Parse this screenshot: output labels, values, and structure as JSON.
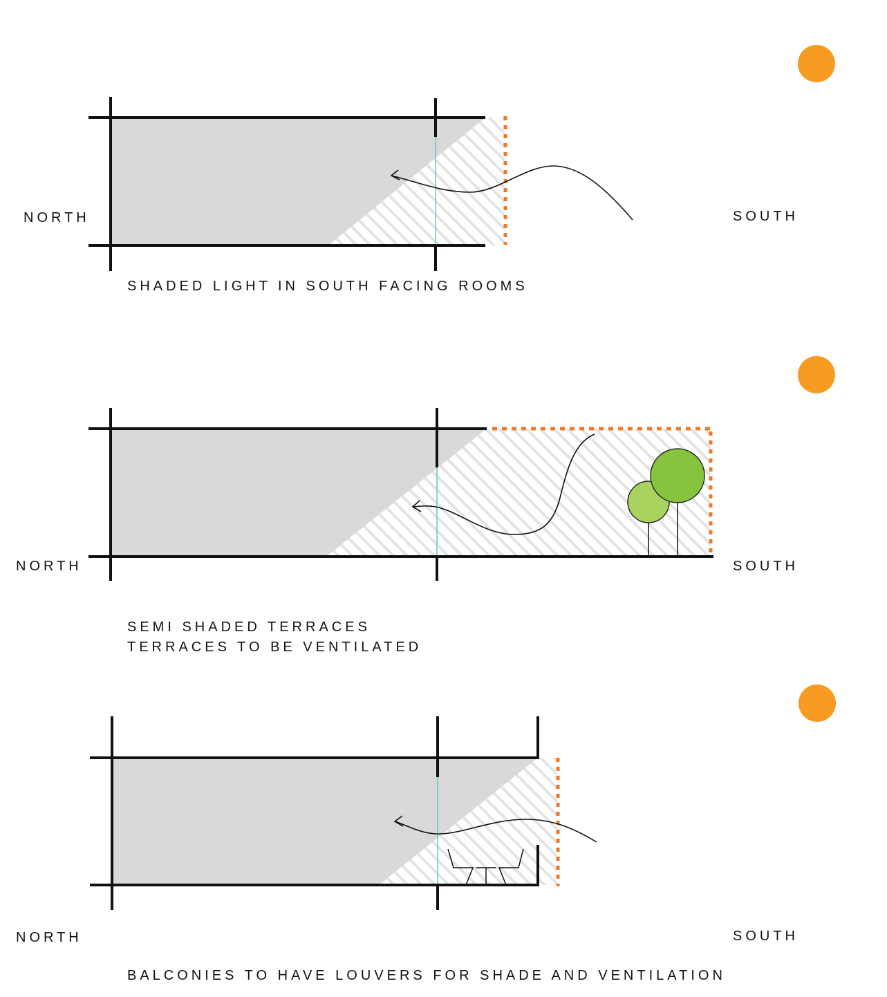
{
  "colors": {
    "sun": "#f79b22",
    "interior": "#d9d9d9",
    "hatch": "#e7e7e7",
    "louver": "#ec7a2e",
    "glass": "#5ec8cc",
    "tree_dark": "#86c440",
    "tree_light": "#a9d35e",
    "line": "#111111"
  },
  "panels": [
    {
      "north_label": "NORTH",
      "south_label": "SOUTH",
      "caption": [
        "SHADED LIGHT IN SOUTH FACING ROOMS"
      ],
      "icons": [
        "sun-icon",
        "airflow-arrow-icon",
        "louver-screen-icon"
      ]
    },
    {
      "north_label": "NORTH",
      "south_label": "SOUTH",
      "caption": [
        "SEMI SHADED TERRACES",
        "TERRACES TO BE VENTILATED"
      ],
      "icons": [
        "sun-icon",
        "airflow-arrow-icon",
        "louver-screen-icon",
        "tree-icon"
      ]
    },
    {
      "north_label": "NORTH",
      "south_label": "SOUTH",
      "caption": [
        "BALCONIES TO HAVE LOUVERS FOR SHADE AND VENTILATION"
      ],
      "icons": [
        "sun-icon",
        "airflow-arrow-icon",
        "louver-screen-icon",
        "table-chairs-icon"
      ]
    }
  ]
}
